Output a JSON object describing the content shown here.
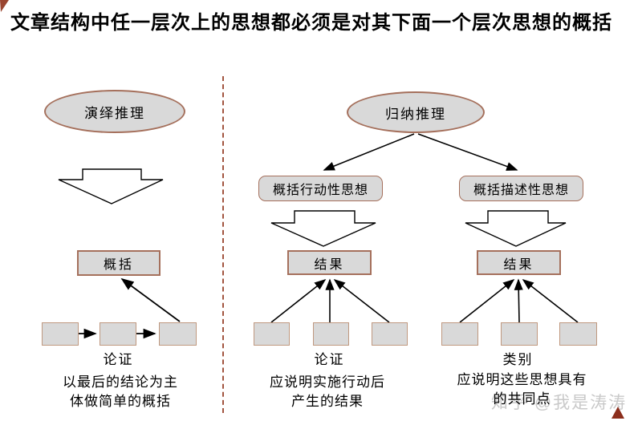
{
  "title": "文章结构中任一层次上的思想都必须是对其下面一个层次思想的概括",
  "left_diagram": {
    "ellipse_label": "演绎推理",
    "summary_box_label": "概括",
    "chain_label": "论证",
    "caption_line1": "以最后的结论为主",
    "caption_line2": "体做简单的概括"
  },
  "right_diagram": {
    "ellipse_label": "归纳推理",
    "action_box_label": "概括行动性思想",
    "descriptive_box_label": "概括描述性思想",
    "action_result_label": "结果",
    "descriptive_result_label": "结果",
    "action_chain_label": "论证",
    "descriptive_chain_label": "类别",
    "action_caption_line1": "应说明实施行动后",
    "action_caption_line2": "产生的结果",
    "descriptive_caption_line1": "应说明这些思想具有",
    "descriptive_caption_line2": "的共同点"
  },
  "watermark": "知乎 @我是涛涛",
  "colors": {
    "node_fill": "#d9d9d9",
    "node_border": "#a5705c",
    "small_box_border": "#bf987f",
    "divider": "#a2543f",
    "accent_triangle": "#8e2f1f",
    "watermark_text": "#c9c9c9",
    "text": "#000000"
  }
}
